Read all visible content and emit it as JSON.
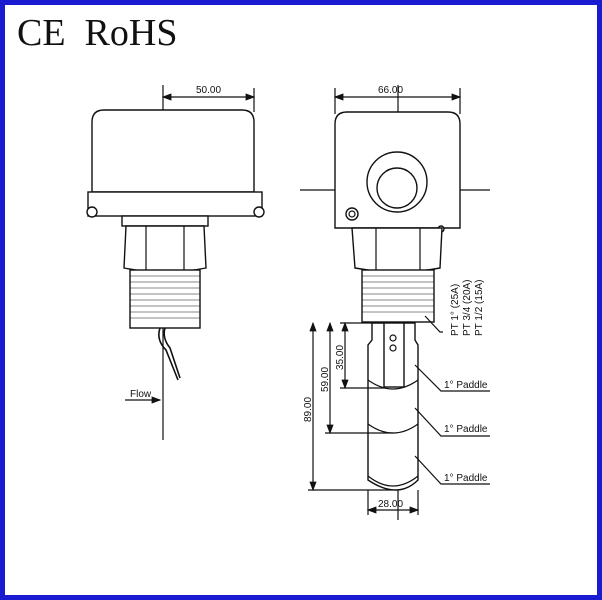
{
  "certifications": "CE  RoHS",
  "side_view": {
    "width_dim": "50.00",
    "flow_label": "Flow"
  },
  "front_view": {
    "width_dim": "66.00",
    "thread_specs": [
      "PT  1°   (25A)",
      "PT  3/4  (20A)",
      "PT  1/2  (15A)"
    ],
    "paddle_labels": [
      "1° Paddle",
      "1° Paddle",
      "1° Paddle"
    ],
    "dims": {
      "d35": "35.00",
      "d59": "59.00",
      "d89": "89.00",
      "paddle_width": "28.00"
    }
  }
}
